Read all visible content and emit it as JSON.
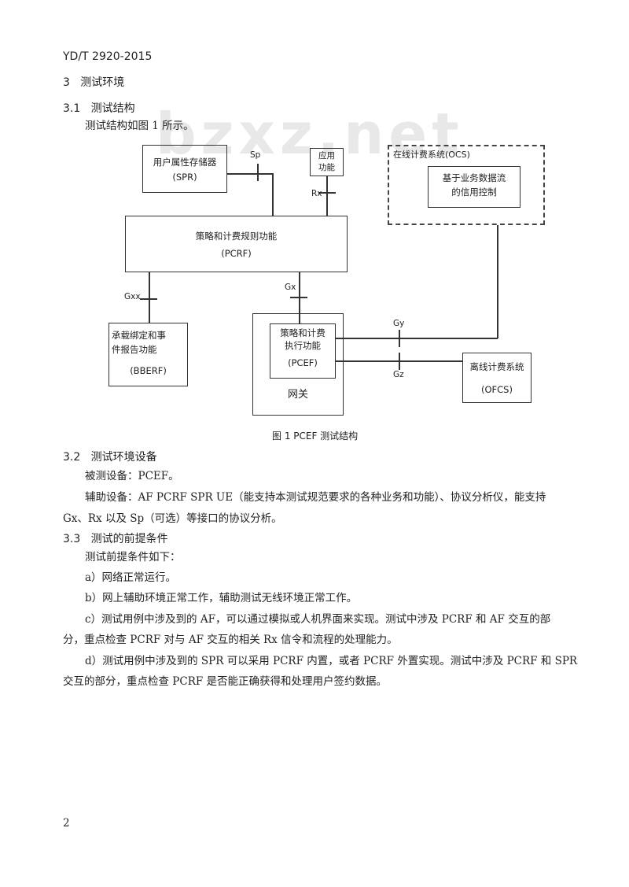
{
  "header": {
    "doc_id": "YD/T 2920-2015"
  },
  "watermark": "bzxz.net",
  "section3": {
    "num": "3",
    "title": "测试环境"
  },
  "section31": {
    "num": "3.1",
    "title": "测试结构",
    "intro": "测试结构如图 1 所示。"
  },
  "diagram": {
    "spr": {
      "name": "用户属性存储器",
      "abbr": "(SPR)"
    },
    "app": {
      "line1": "应用",
      "line2": "功能"
    },
    "ocs": {
      "label": "在线计费系统(OCS)",
      "inner_line1": "基于业务数据流",
      "inner_line2": "的信用控制"
    },
    "pcrf": {
      "name": "策略和计费规则功能",
      "abbr": "(PCRF)"
    },
    "bberf": {
      "line1": "承载绑定和事",
      "line2": "件报告功能",
      "abbr": "(BBERF)"
    },
    "pcef": {
      "line1": "策略和计费",
      "line2": "执行功能",
      "abbr": "(PCEF)"
    },
    "gateway": {
      "name": "网关"
    },
    "ofcs": {
      "name": "离线计费系统",
      "abbr": "(OFCS)"
    },
    "interfaces": {
      "sp": "Sp",
      "rx": "Rx",
      "gxx": "Gxx",
      "gx": "Gx",
      "gy": "Gy",
      "gz": "Gz"
    },
    "caption": "图 1   PCEF 测试结构"
  },
  "section32": {
    "num": "3.2",
    "title": "测试环境设备",
    "p1": "被测设备：PCEF。",
    "p2_line1": "辅助设备：AF PCRF SPR UE（能支持本测试规范要求的各种业务和功能）、协议分析仪，能支持",
    "p2_line2": "Gx、Rx 以及 Sp（可选）等接口的协议分析。"
  },
  "section33": {
    "num": "3.3",
    "title": "测试的前提条件",
    "intro": "测试前提条件如下：",
    "a": "a）网络正常运行。",
    "b": "b）网上辅助环境正常工作，辅助测试无线环境正常工作。",
    "c_line1": "c）测试用例中涉及到的 AF，可以通过模拟或人机界面来实现。测试中涉及 PCRF 和 AF 交互的部",
    "c_line2": "分，重点检查 PCRF 对与 AF 交互的相关 Rx 信令和流程的处理能力。",
    "d_line1": "d）测试用例中涉及到的 SPR 可以采用 PCRF 内置，或者 PCRF 外置实现。测试中涉及 PCRF 和 SPR",
    "d_line2": "交互的部分，重点检查 PCRF 是否能正确获得和处理用户签约数据。"
  },
  "footer": {
    "page_number": "2"
  }
}
